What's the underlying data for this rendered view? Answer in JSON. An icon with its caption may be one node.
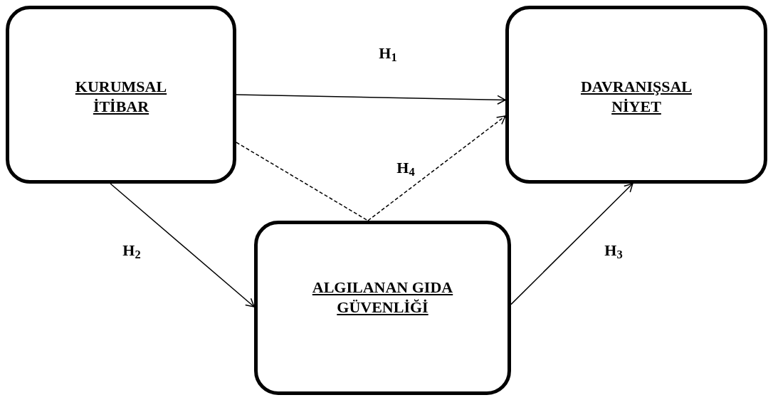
{
  "diagram": {
    "nodes": [
      {
        "text": [
          "KURUMSAL İTİBAR"
        ]
      },
      {
        "text": [
          "DAVRANIŞSAL NİYET"
        ]
      },
      {
        "text": [
          "ALGILANAN GIDA GÜVENLİĞİ"
        ]
      }
    ],
    "edges": [
      {
        "from": 0,
        "to": 1,
        "arrow": "to",
        "label": "H$_{1}$"
      },
      {
        "from": 0,
        "to": 2,
        "arrow": "to",
        "label": "H$_{2}$"
      },
      {
        "from": 2,
        "to": 1,
        "arrow": "to",
        "label": "H$_{3}$"
      },
      {
        "from": 0,
        "to": 2,
        "arrow": "none",
        "style": "dashed"
      },
      {
        "from": 2,
        "to": 1,
        "arrow": "to",
        "style": "dashed",
        "label": "H$_{4}$"
      }
    ]
  }
}
